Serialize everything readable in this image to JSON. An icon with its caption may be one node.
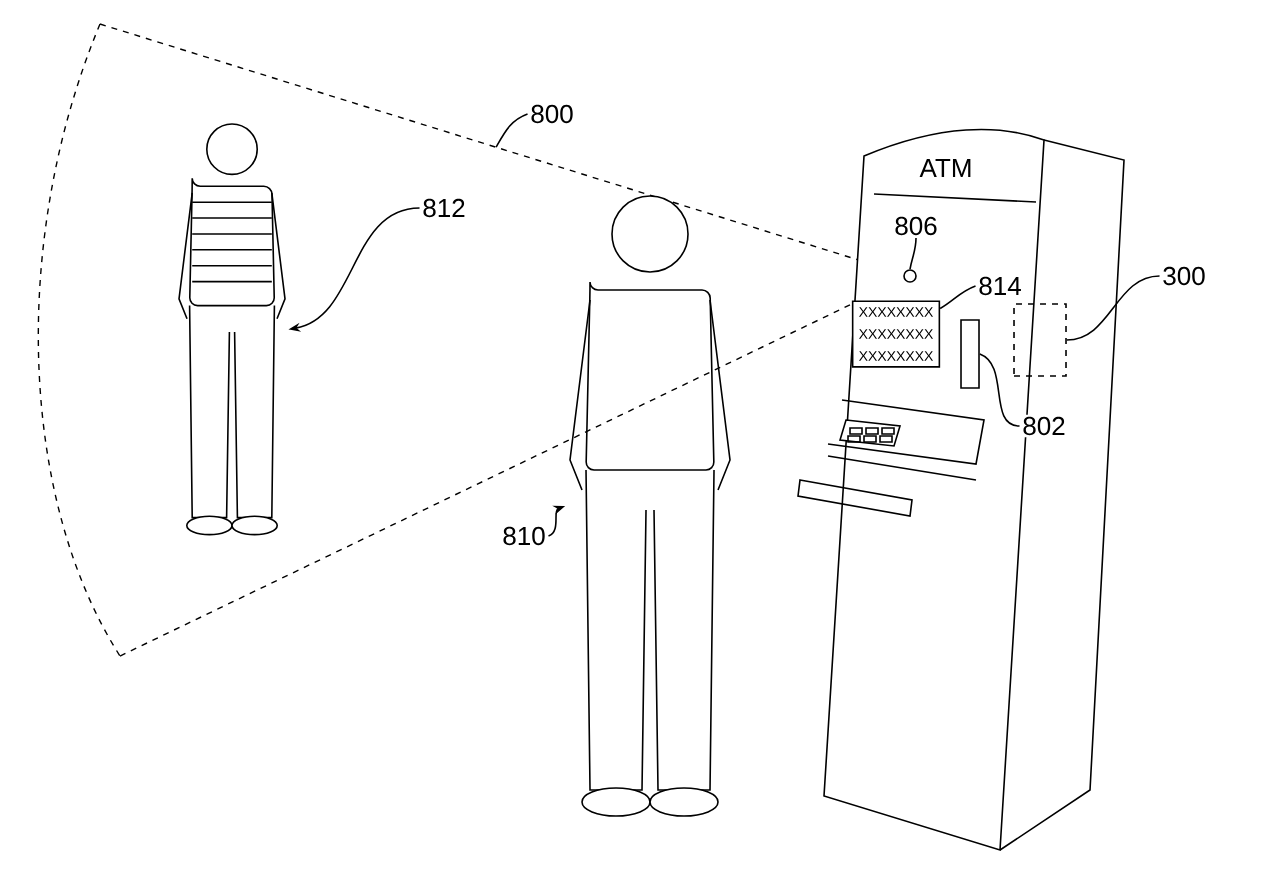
{
  "diagram": {
    "nodes": [
      {
        "text": [
          "800"
        ]
      },
      {
        "text": [
          "812"
        ]
      },
      {
        "text": [],
        "shape": "person"
      },
      {
        "text": [
          "810"
        ]
      },
      {
        "text": [],
        "shape": "person"
      },
      {
        "text": [
          "ATM"
        ]
      },
      {
        "text": [
          "806"
        ],
        "in": 5
      },
      {
        "text": [],
        "shape": "circle",
        "in": 5
      },
      {
        "text": [
          "814"
        ],
        "in": 5
      },
      {
        "text": [
          "XXXXXXXX",
          "XXXXXXXX",
          "XXXXXXXX"
        ],
        "in": 5
      },
      {
        "text": [
          "802"
        ]
      },
      {
        "text": [],
        "shape": "box",
        "in": 5
      },
      {
        "text": [
          "300"
        ]
      },
      {
        "text": [],
        "shape": "box",
        "in": 5
      }
    ],
    "edges": [
      {
        "from": 0,
        "to": null,
        "arrow": "none"
      },
      {
        "from": 1,
        "to": 2,
        "arrow": "to"
      },
      {
        "from": 3,
        "to": 4,
        "arrow": "to"
      },
      {
        "from": 6,
        "to": 7,
        "arrow": "none"
      },
      {
        "from": 8,
        "to": 9,
        "arrow": "none"
      },
      {
        "from": 10,
        "to": 11,
        "arrow": "none"
      },
      {
        "from": 12,
        "to": 13,
        "arrow": "none"
      }
    ]
  }
}
